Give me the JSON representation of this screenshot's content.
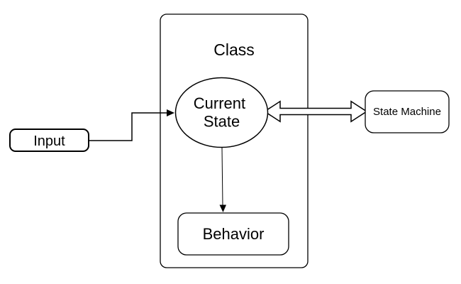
{
  "diagram": {
    "type": "state-pattern-architecture",
    "background_color": "#ffffff",
    "stroke_color": "#000000",
    "shape_fill_color": "#ffffff",
    "text_color": "#000000",
    "nodes": [
      {
        "id": "class",
        "label": "Class",
        "shape": "rounded-rectangle",
        "role": "container"
      },
      {
        "id": "current-state",
        "label": "Current State",
        "label_lines": [
          "Current",
          "State"
        ],
        "shape": "ellipse",
        "parent": "class"
      },
      {
        "id": "behavior",
        "label": "Behavior",
        "shape": "rounded-rectangle",
        "parent": "class"
      },
      {
        "id": "input",
        "label": "Input",
        "shape": "rounded-rectangle"
      },
      {
        "id": "state-machine",
        "label": "State Machine",
        "shape": "rounded-rectangle"
      }
    ],
    "edges": [
      {
        "id": "input-to-current-state",
        "from": "input",
        "to": "current-state",
        "style": "orthogonal",
        "arrowhead": "filled-triangle",
        "direction": "one-way"
      },
      {
        "id": "current-state-to-behavior",
        "from": "current-state",
        "to": "behavior",
        "style": "straight",
        "arrowhead": "filled-triangle",
        "direction": "one-way"
      },
      {
        "id": "current-state-state-machine",
        "from": "current-state",
        "to": "state-machine",
        "style": "hollow-block-arrow",
        "direction": "bidirectional"
      }
    ]
  }
}
